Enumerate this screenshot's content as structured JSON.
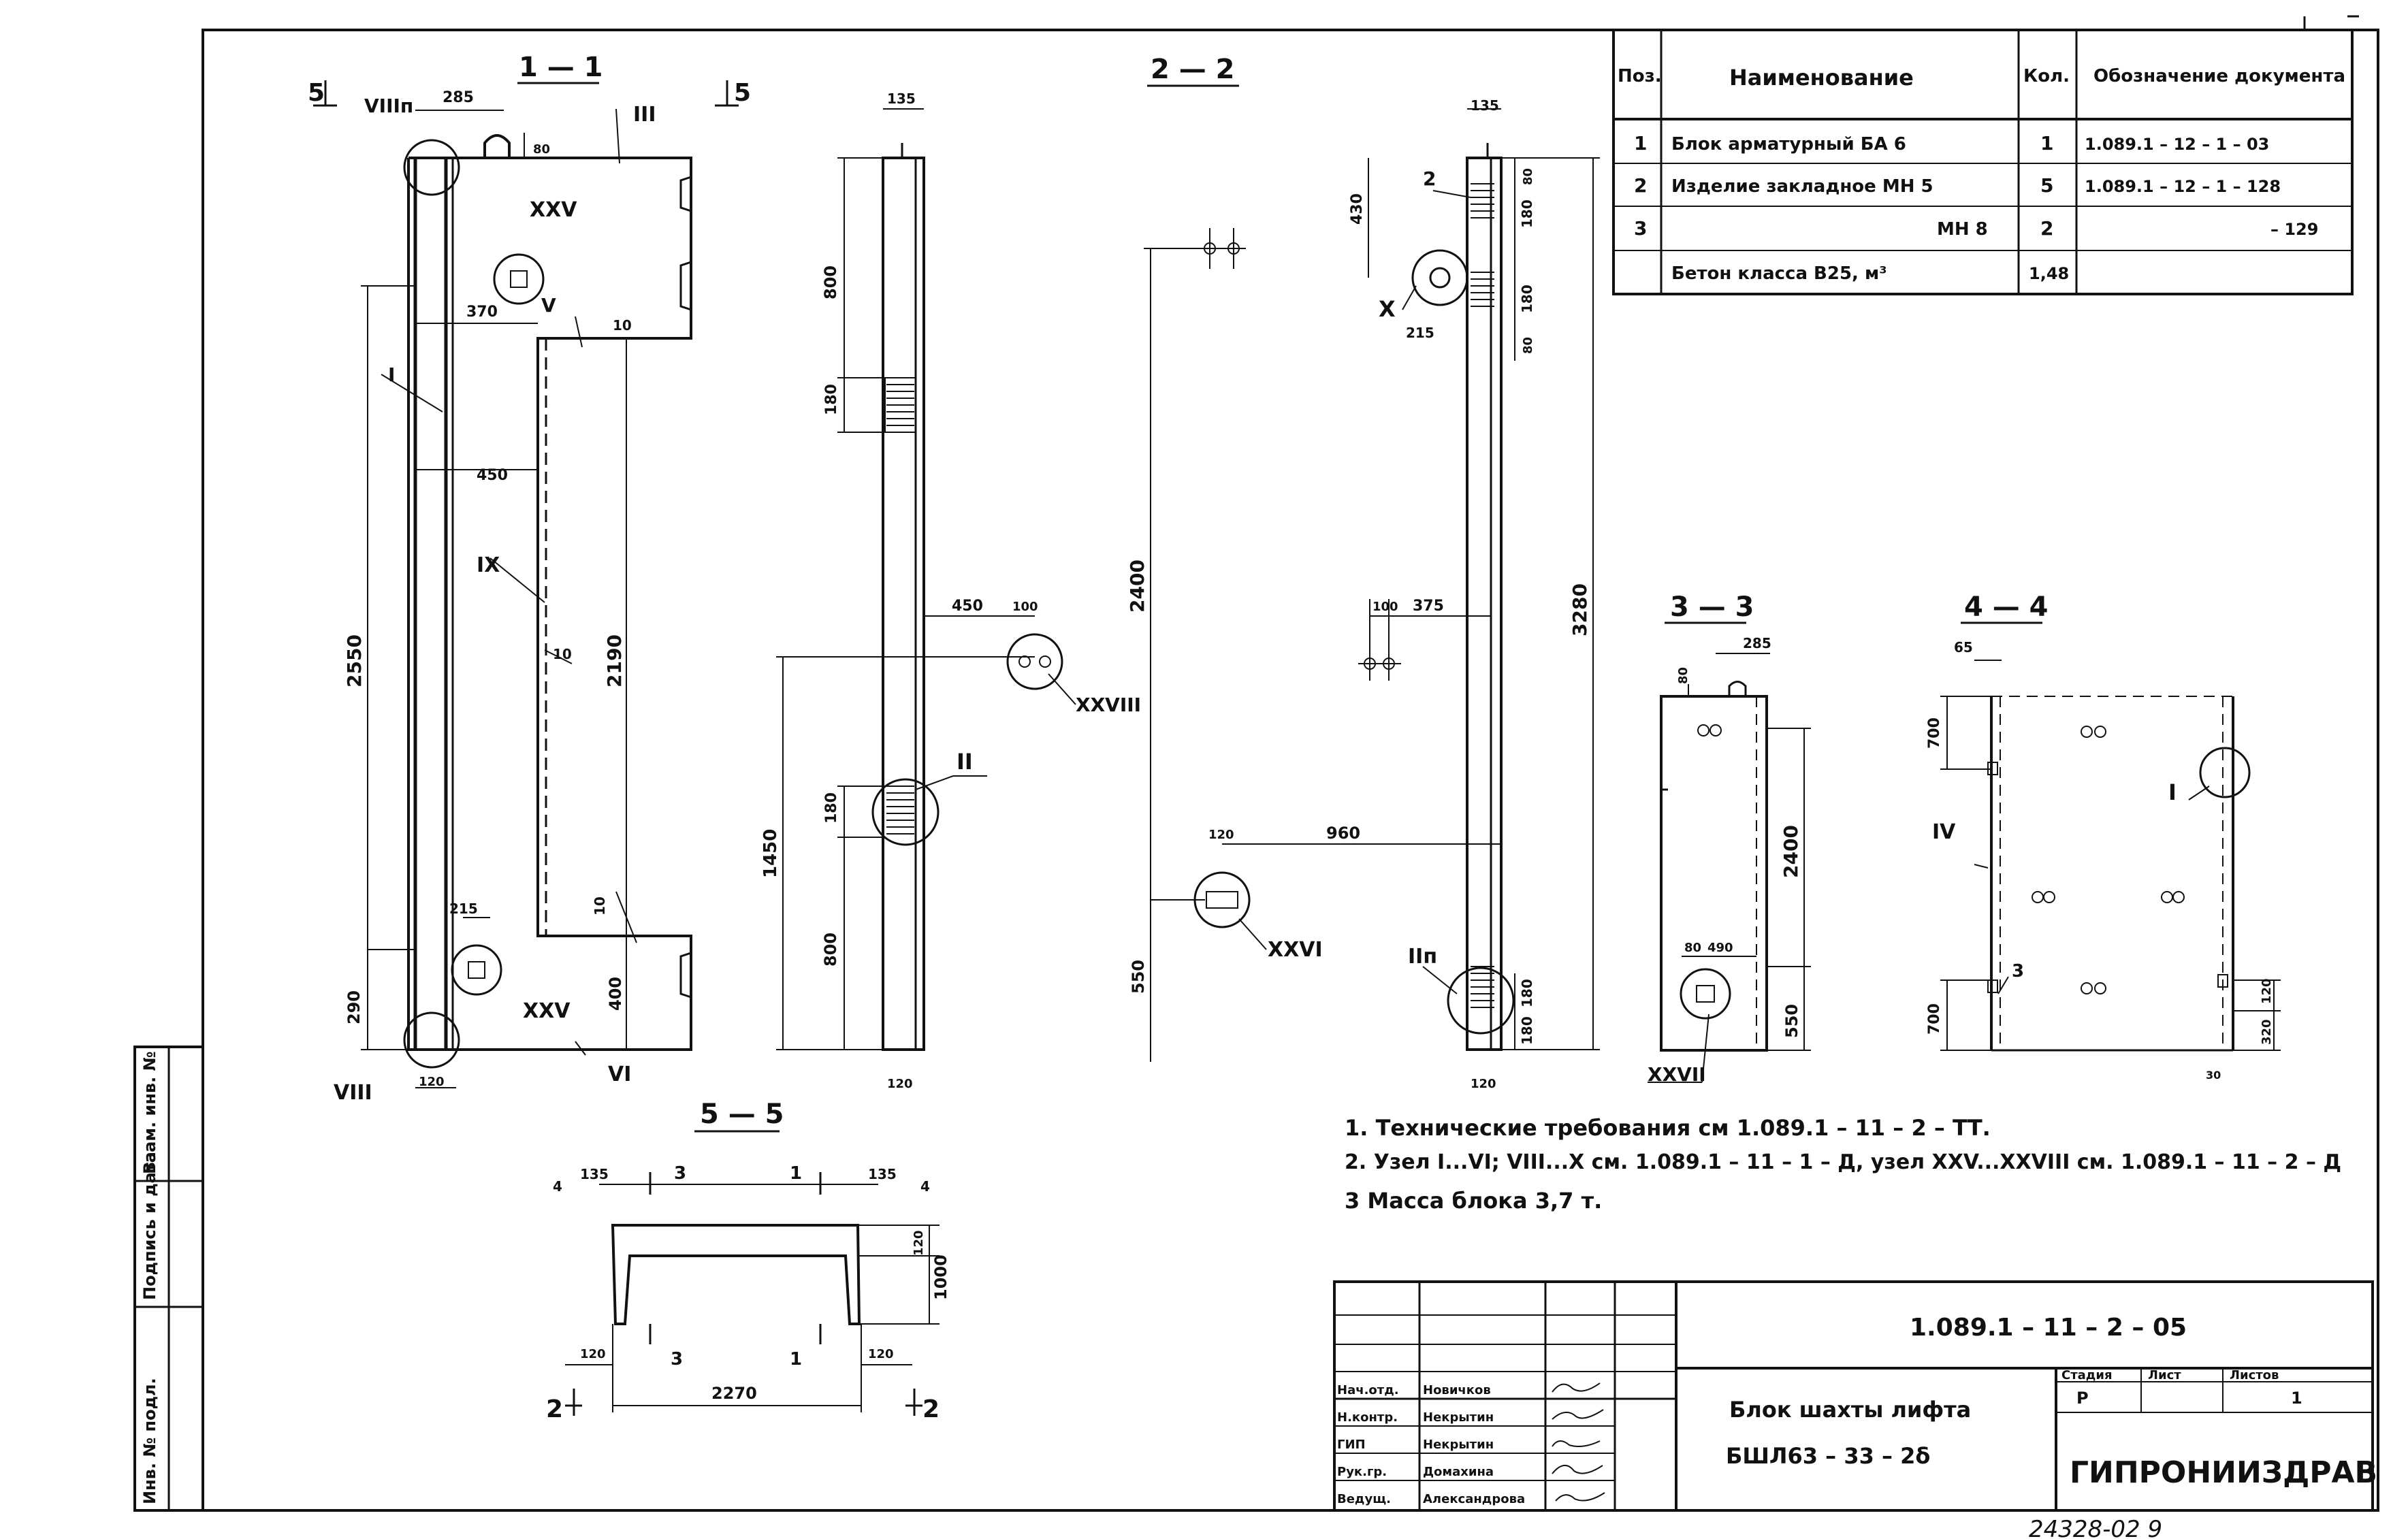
{
  "sections": {
    "s11": "1 — 1",
    "s22": "2 — 2",
    "s33": "3 — 3",
    "s44": "4 — 4",
    "s55": "5 — 5"
  },
  "cut_marks": {
    "a5": "5",
    "b5": "5",
    "c2": "2",
    "d2": "2"
  },
  "spec_table": {
    "headers": [
      "Поз.",
      "Наименование",
      "Кол.",
      "Обозначение документа"
    ],
    "rows": [
      {
        "pos": "1",
        "name": "Блок арматурный  БА 6",
        "qty": "1",
        "doc": "1.089.1 – 12 – 1 – 03"
      },
      {
        "pos": "2",
        "name": "Изделие закладное МН 5",
        "qty": "5",
        "doc": "1.089.1 – 12 – 1 – 128"
      },
      {
        "pos": "3",
        "name": "МН 8",
        "qty": "2",
        "doc": "– 129"
      },
      {
        "pos": "",
        "name": "Бетон класса  В25, м³",
        "qty": "1,48",
        "doc": ""
      }
    ]
  },
  "dims_11": {
    "d285": "285",
    "d80": "80",
    "d370": "370",
    "d10a": "10",
    "d450": "450",
    "d10b": "10",
    "d2550": "2550",
    "d2190": "2190",
    "d215": "215",
    "d10c": "10",
    "d290": "290",
    "d400": "400",
    "d120": "120"
  },
  "dims_22": {
    "d135a": "135",
    "d135b": "135",
    "d800a": "800",
    "d180a": "180",
    "d450": "450",
    "d100a": "100",
    "d2400": "2400",
    "d180b": "180",
    "d1450": "1450",
    "d800b": "800",
    "d120a": "120",
    "d430": "430",
    "d80a": "80",
    "d180c": "180",
    "d180d": "180",
    "d80b": "80",
    "d215": "215",
    "d100b": "100",
    "d375": "375",
    "d3280": "3280",
    "d120b": "120",
    "d960": "960",
    "d550": "550",
    "d180e": "180",
    "d180f": "180",
    "d120c": "120",
    "pos2": "2"
  },
  "dims_33": {
    "d285": "285",
    "d80": "80",
    "d2400": "2400",
    "d80b": "80",
    "d490": "490",
    "d550": "550"
  },
  "dims_44": {
    "d65": "65",
    "d700a": "700",
    "d700b": "700",
    "d120": "120",
    "d320": "320",
    "d30": "30",
    "pos3": "3"
  },
  "dims_55": {
    "d4a": "4",
    "d135a": "135",
    "s3a": "3",
    "s1a": "1",
    "d135b": "135",
    "d4b": "4",
    "d120a": "120",
    "d1000": "1000",
    "d120b": "120",
    "s3b": "3",
    "s1b": "1",
    "d120c": "120",
    "d2270": "2270"
  },
  "nodes": {
    "n_viii_top": "VIIIп",
    "n_iii": "III",
    "n_xxv_a": "XXV",
    "n_v": "V",
    "n_i_11": "I",
    "n_ix": "IX",
    "n_xxv_b": "XXV",
    "n_viii_bot": "VIII",
    "n_vi": "VI",
    "n_x": "X",
    "n_xxviii": "XXVIII",
    "n_ii": "II",
    "n_xxvi": "XXVI",
    "n_iip": "IIп",
    "n_xxvii": "XXVII",
    "n_iv": "IV",
    "n_i_44": "I"
  },
  "notes": [
    "1. Технические   требования   см 1.089.1 – 11 – 2 – ТТ.",
    "2. Узел I...VI; VIII...X  см. 1.089.1 – 11 – 1 – Д, узел XXV...XXVIII см. 1.089.1 – 11 – 2 – Д",
    "3 Масса   блока  3,7 т."
  ],
  "stamp": {
    "code": "1.089.1 – 11 – 2 – 05",
    "title_line1": "Блок  шахты  лифта",
    "title_line2": "БШЛ63 – 33 – 2δ",
    "stage_label": "Стадия",
    "sheet_label": "Лист",
    "sheets_label": "Листов",
    "stage": "Р",
    "sheet": "",
    "sheets": "1",
    "org": "ГИПРОНИИЗДРАВ",
    "roles": [
      "Нач.отд.",
      "Н.контр.",
      "ГИП",
      "Рук.гр.",
      "Ведущ."
    ],
    "names": [
      "Новичков",
      "Некрытин",
      "Некрытин",
      "Домахина",
      "Александрова"
    ]
  },
  "side_stamp": [
    "Инв. № подл.",
    "Подпись и дата",
    "Взам. инв. №"
  ],
  "archive_no": "24328-02   9"
}
